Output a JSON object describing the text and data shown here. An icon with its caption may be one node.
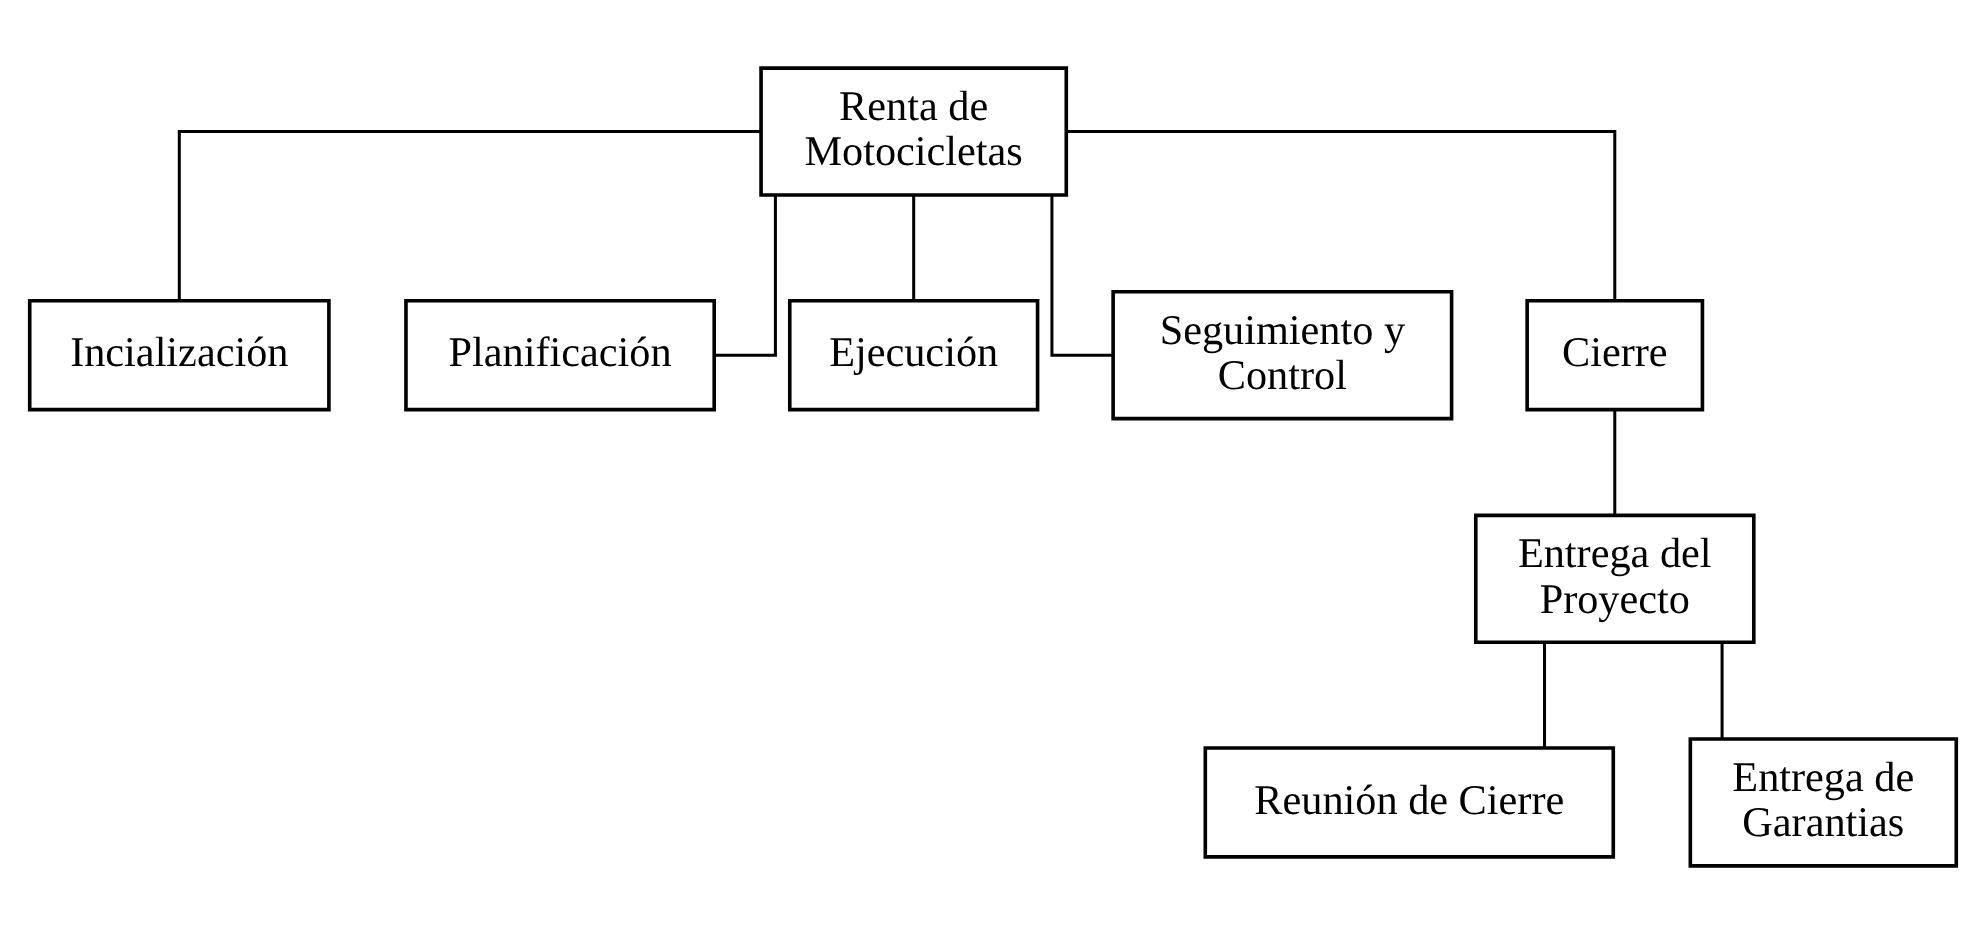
{
  "diagram": {
    "nodes": [
      {
        "text": [
          "Renta de Motocicletas"
        ]
      },
      {
        "text": [
          "Incialización"
        ]
      },
      {
        "text": [
          "Planificación"
        ]
      },
      {
        "text": [
          "Ejecución"
        ]
      },
      {
        "text": [
          "Seguimiento y Control"
        ]
      },
      {
        "text": [
          "Cierre"
        ]
      },
      {
        "text": [
          "Entrega del Proyecto"
        ]
      },
      {
        "text": [
          "Reunión de Cierre"
        ]
      },
      {
        "text": [
          "Entrega de Garantias"
        ]
      }
    ],
    "edges": [
      {
        "from": 0,
        "to": 1,
        "arrow": "none"
      },
      {
        "from": 0,
        "to": 2,
        "arrow": "none"
      },
      {
        "from": 0,
        "to": 3,
        "arrow": "none"
      },
      {
        "from": 0,
        "to": 4,
        "arrow": "none"
      },
      {
        "from": 0,
        "to": 5,
        "arrow": "none"
      },
      {
        "from": 5,
        "to": 6,
        "arrow": "none"
      },
      {
        "from": 6,
        "to": 7,
        "arrow": "none"
      },
      {
        "from": 6,
        "to": 8,
        "arrow": "none"
      }
    ]
  }
}
